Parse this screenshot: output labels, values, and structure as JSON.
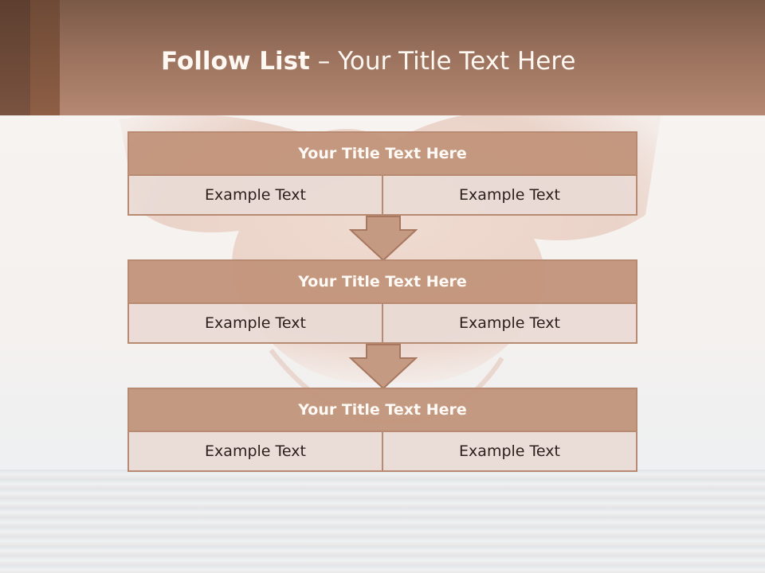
{
  "slide": {
    "title_bold": "Follow List",
    "title_sep": " – ",
    "title_rest": "Your Title Text Here"
  },
  "steps": [
    {
      "title": "Your Title Text Here",
      "left": "Example Text",
      "right": "Example Text"
    },
    {
      "title": "Your Title Text Here",
      "left": "Example Text",
      "right": "Example Text"
    },
    {
      "title": "Your Title Text Here",
      "left": "Example Text",
      "right": "Example Text"
    }
  ],
  "colors": {
    "header": "#9c735e",
    "block_title": "#c19278",
    "block_cell": "#e9dad5",
    "border": "#b98a72"
  }
}
